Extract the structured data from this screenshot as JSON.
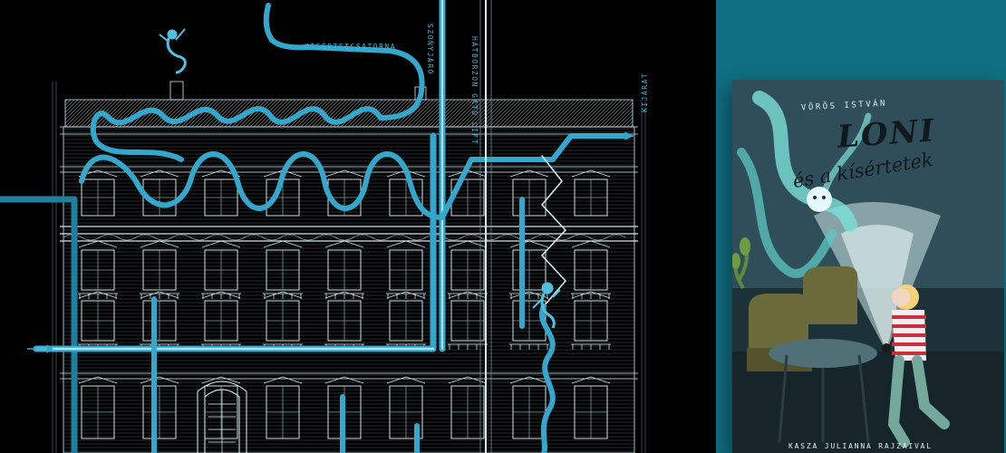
{
  "blueprint": {
    "labels": {
      "ghost_channel": "KÍSÉRTETCSATORNA",
      "cat_hall": "SZONYJÁRÓ",
      "elevator": "HÁTBORZON GATÓ LIFT",
      "exit": "KIJÁRAT"
    }
  },
  "book": {
    "author": "VÖRÖS ISTVÁN",
    "title_main": "LONI",
    "title_sub": "és a kísértetek",
    "illustrator": "KASZA JULIANNA RAJZAIVAL"
  },
  "colors": {
    "background": "#000000",
    "blueprint_line": "#cfeaf2",
    "pipe": "#33a7cc",
    "panel": "#0f6f83",
    "cover": "#2c4a55",
    "ghost": "#7ce0d8"
  },
  "icons": [
    "ghost-icon",
    "arrow-icon"
  ]
}
